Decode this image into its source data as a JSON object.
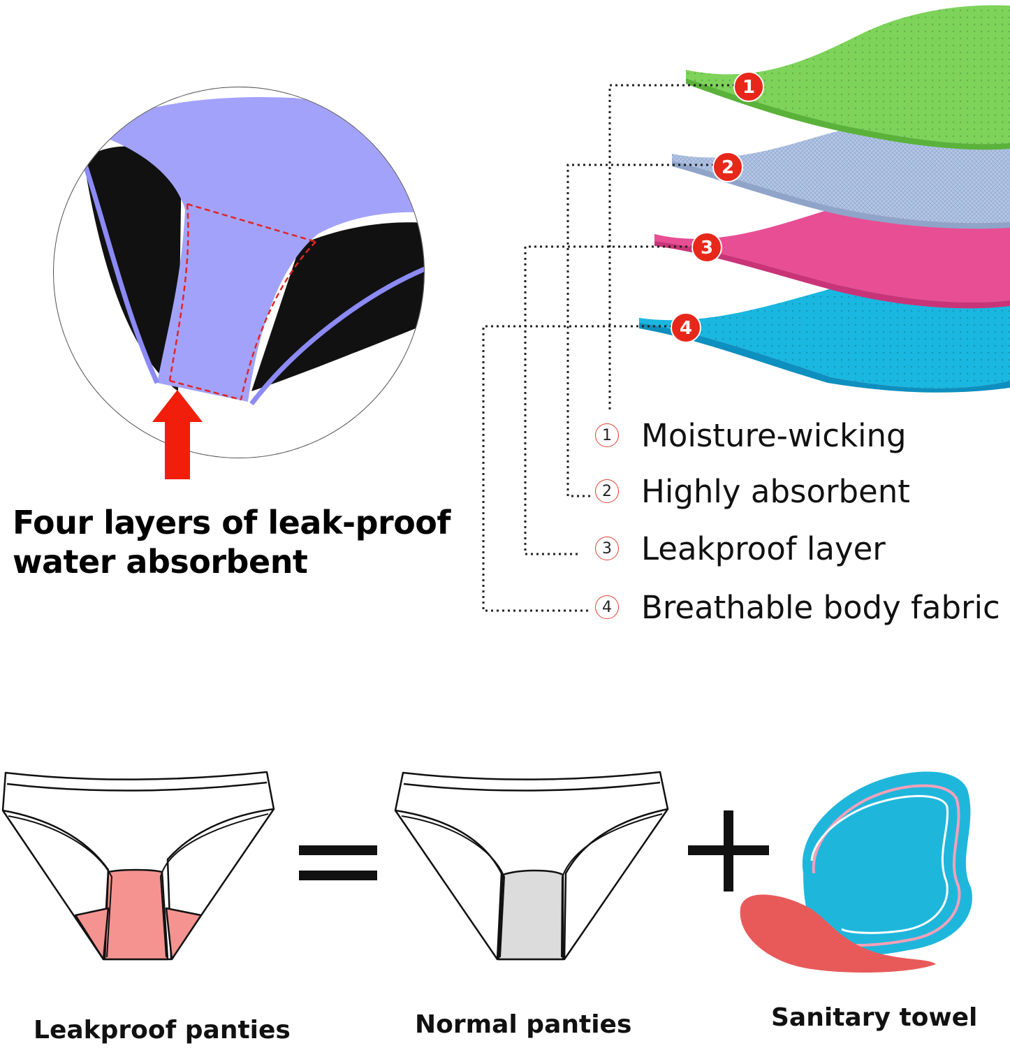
{
  "headline": {
    "line1": "Four layers of leak-proof",
    "line2": "water absorbent"
  },
  "layers": [
    {
      "number": "1",
      "label": "Moisture-wicking",
      "color": "#7ed35a"
    },
    {
      "number": "2",
      "label": "Highly absorbent",
      "color": "#b5c7e6"
    },
    {
      "number": "3",
      "label": "Leakproof layer",
      "color": "#e84e94"
    },
    {
      "number": "4",
      "label": "Breathable body fabric",
      "color": "#1ab7e0"
    }
  ],
  "comparison": {
    "left_caption": "Leakproof panties",
    "middle_caption": "Normal panties",
    "right_caption": "Sanitary towel",
    "equals_symbol": "=",
    "plus_symbol": "+"
  },
  "colors": {
    "badge_red": "#e8271b",
    "arrow_red": "#f01e0a",
    "panty_purple": "#a3a2fb",
    "leakproof_gusset": "#f59390",
    "normal_gusset": "#dcdcdc",
    "towel_blue": "#1fb6dc",
    "towel_red": "#e85a5a"
  }
}
